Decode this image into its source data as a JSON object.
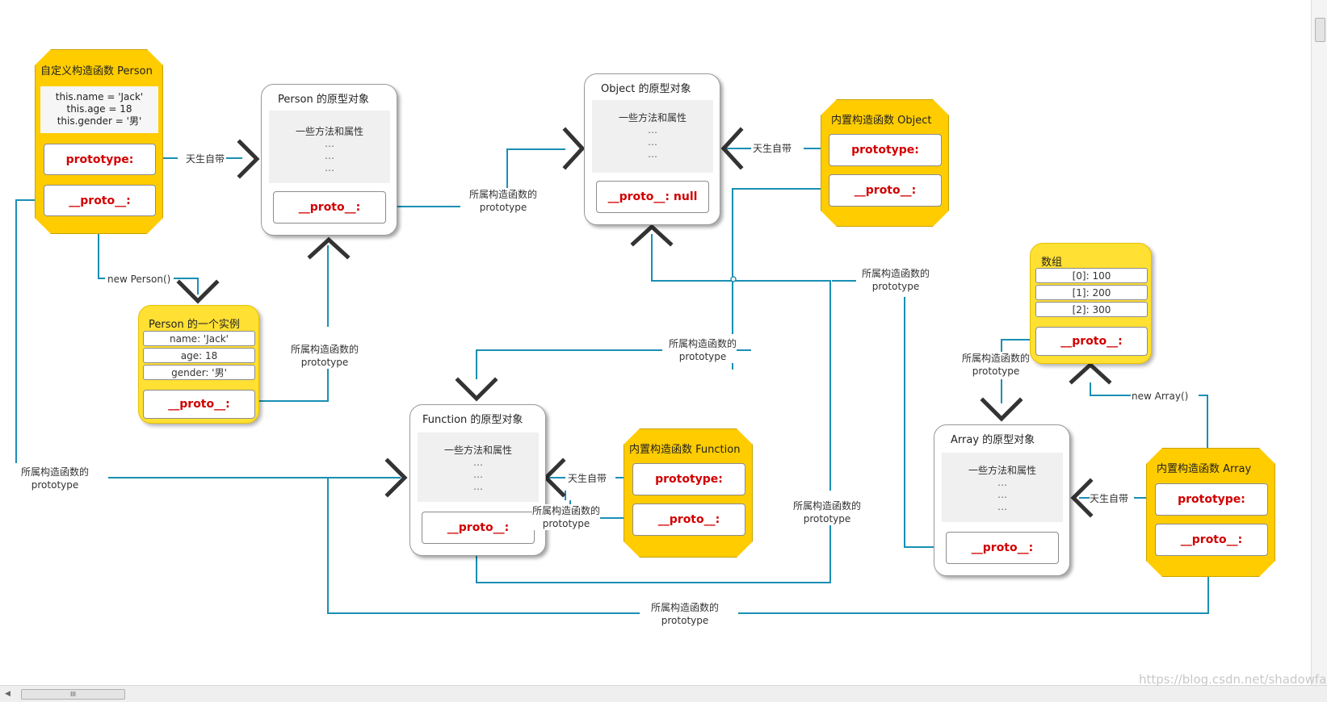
{
  "person_ctor": {
    "title": "自定义构造函数 Person",
    "code": [
      "this.name = 'Jack'",
      "this.age = 18",
      "this.gender = '男'"
    ],
    "prototype": "prototype:",
    "proto": "__proto__:"
  },
  "person_proto": {
    "title": "Person  的原型对象",
    "methods": "一些方法和属性",
    "dots": [
      "…",
      "…",
      "…"
    ],
    "proto": "__proto__:"
  },
  "object_proto": {
    "title": "Object  的原型对象",
    "methods": "一些方法和属性",
    "dots": [
      "…",
      "…",
      "…"
    ],
    "proto": "__proto__: null"
  },
  "object_ctor": {
    "title": "内置构造函数 Object",
    "prototype": "prototype:",
    "proto": "__proto__:"
  },
  "person_instance": {
    "title": "Person 的一个实例",
    "fields": [
      "name: 'Jack'",
      "age: 18",
      "gender: '男'"
    ],
    "proto": "__proto__:"
  },
  "function_proto": {
    "title": "Function  的原型对象",
    "methods": "一些方法和属性",
    "dots": [
      "…",
      "…",
      "…"
    ],
    "proto": "__proto__:"
  },
  "function_ctor": {
    "title": "内置构造函数 Function",
    "prototype": "prototype:",
    "proto": "__proto__:"
  },
  "array_instance": {
    "title": "数组",
    "fields": [
      "[0]: 100",
      "[1]: 200",
      "[2]: 300"
    ],
    "proto": "__proto__:"
  },
  "array_proto": {
    "title": "Array  的原型对象",
    "methods": "一些方法和属性",
    "dots": [
      "…",
      "…",
      "…"
    ],
    "proto": "__proto__:"
  },
  "array_ctor": {
    "title": "内置构造函数 Array",
    "prototype": "prototype:",
    "proto": "__proto__:"
  },
  "labels": {
    "innate": "天生自带",
    "owner_line1": "所属构造函数的",
    "owner_line2": "prototype",
    "new_person": "new Person()",
    "new_array": "new Array()"
  },
  "colors": {
    "connector": "#1a8fb5",
    "arrow": "#333333",
    "yellow": "#ffcc00",
    "highlight_text": "#d10000"
  },
  "scrollbar": {
    "thumb_grip": "III"
  },
  "watermark": "https://blog.csdn.net/shadowfall"
}
